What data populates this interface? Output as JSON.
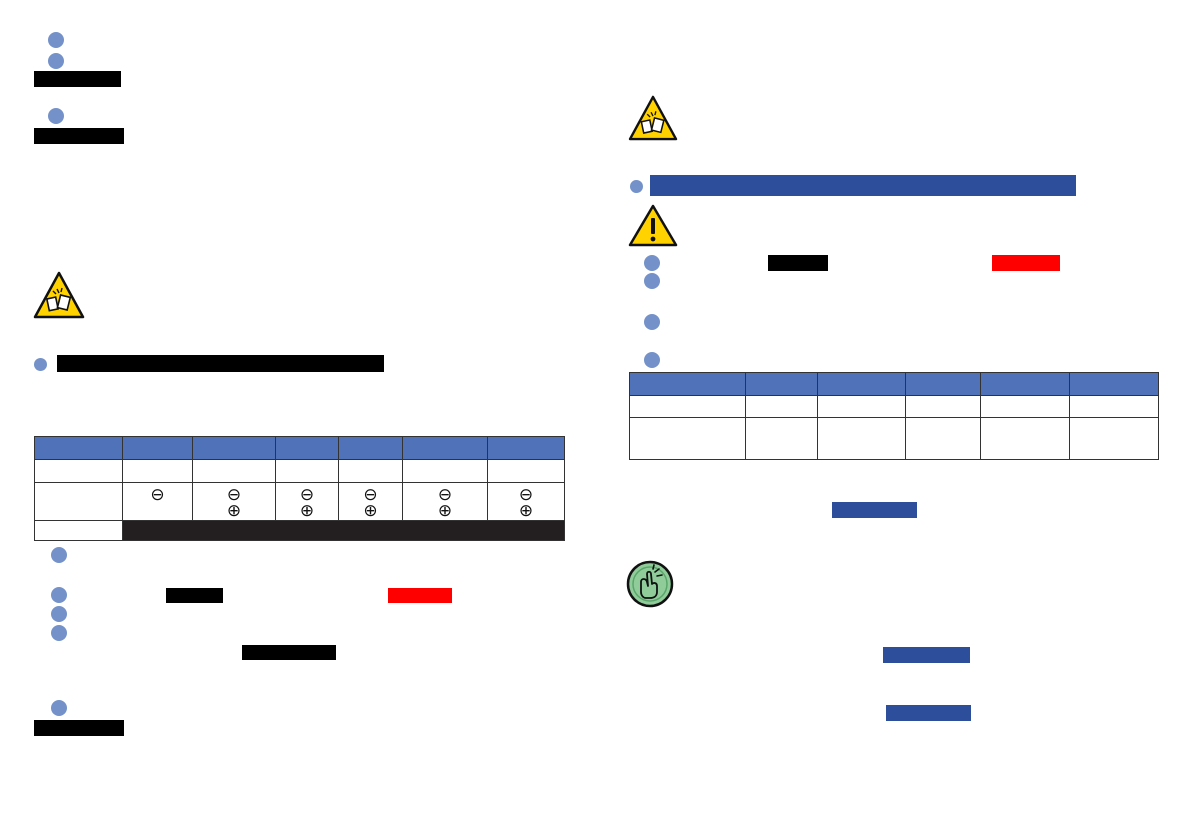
{
  "left_page": {
    "polarity_table": {
      "rows": [
        [
          "",
          "",
          "",
          "",
          "",
          "",
          ""
        ],
        [
          "",
          "⊖",
          "⊖\n⊕",
          "⊖\n⊕",
          "⊖\n⊕",
          "⊖\n⊕",
          "⊖\n⊕"
        ]
      ],
      "last_row_label": ""
    }
  },
  "right_page": {
    "battery_table": {
      "rows": [
        [
          "",
          "",
          "",
          "",
          "",
          ""
        ],
        [
          "",
          "",
          "",
          "",
          "",
          ""
        ]
      ]
    }
  },
  "icons": [
    "battery-hazard-icon",
    "warning-triangle-icon",
    "tip-hand-icon"
  ],
  "colors": {
    "bullet": "#7492c9",
    "table_header": "#4f72b8",
    "heading_bar": "#2d4f9b",
    "highlight_red": "#ff0000",
    "highlight_black": "#000000"
  }
}
